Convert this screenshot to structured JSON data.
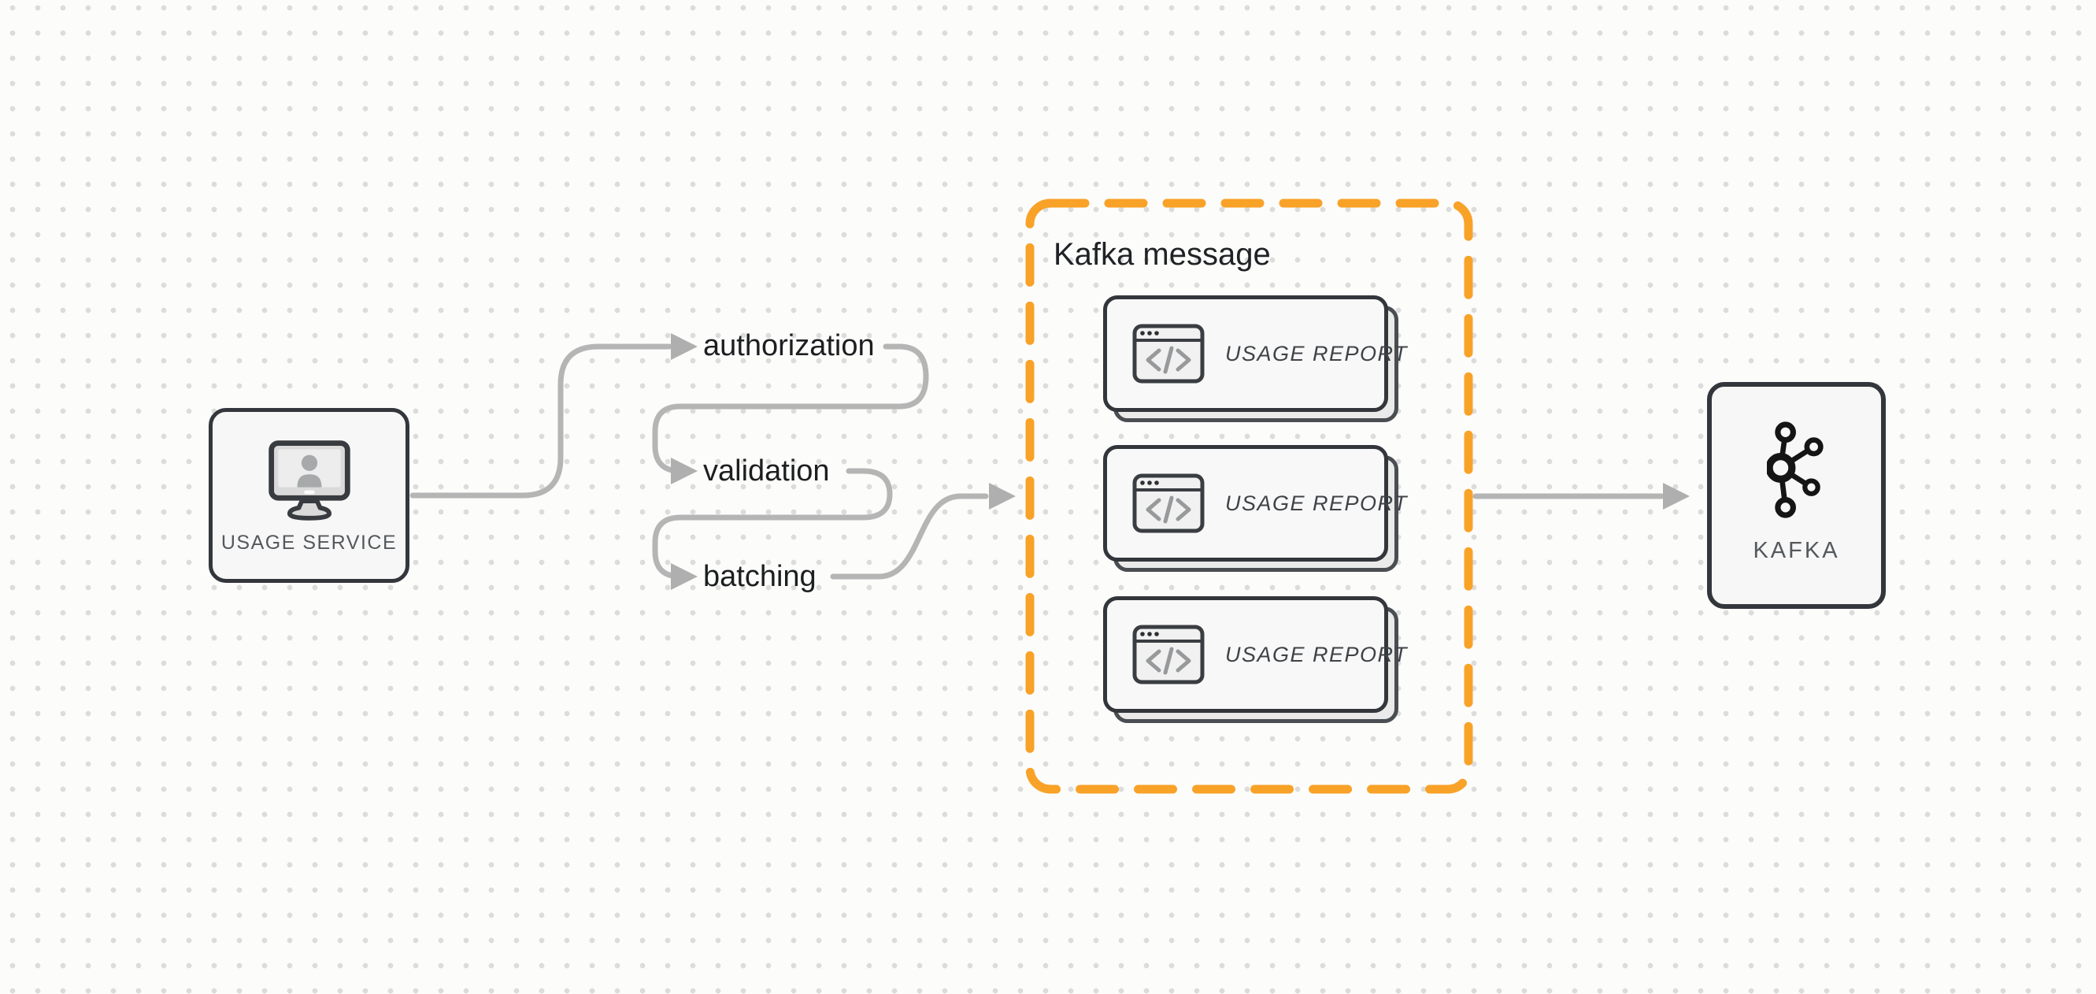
{
  "diagram": {
    "source_node": {
      "label": "USAGE SERVICE",
      "icon": "monitor-user-icon"
    },
    "steps": [
      {
        "label": "authorization"
      },
      {
        "label": "validation"
      },
      {
        "label": "batching"
      }
    ],
    "group": {
      "title": "Kafka message",
      "cards": [
        {
          "label": "USAGE REPORT",
          "icon": "code-window-icon"
        },
        {
          "label": "USAGE REPORT",
          "icon": "code-window-icon"
        },
        {
          "label": "USAGE REPORT",
          "icon": "code-window-icon"
        }
      ]
    },
    "target_node": {
      "label": "KAFKA",
      "icon": "kafka-logo-icon"
    }
  },
  "colors": {
    "accent_orange": "#F9A228",
    "connector_gray": "#B5B5B5",
    "node_border": "#33363B",
    "node_bg": "#F6F7F6",
    "card_bg": "#F7F8F7",
    "card_shadow_bg": "#E9EAE9",
    "text_dark": "#1D1E20",
    "text_muted": "#55585C",
    "dot_grid": "#DCDCDC",
    "canvas_bg": "#FCFCFB"
  }
}
